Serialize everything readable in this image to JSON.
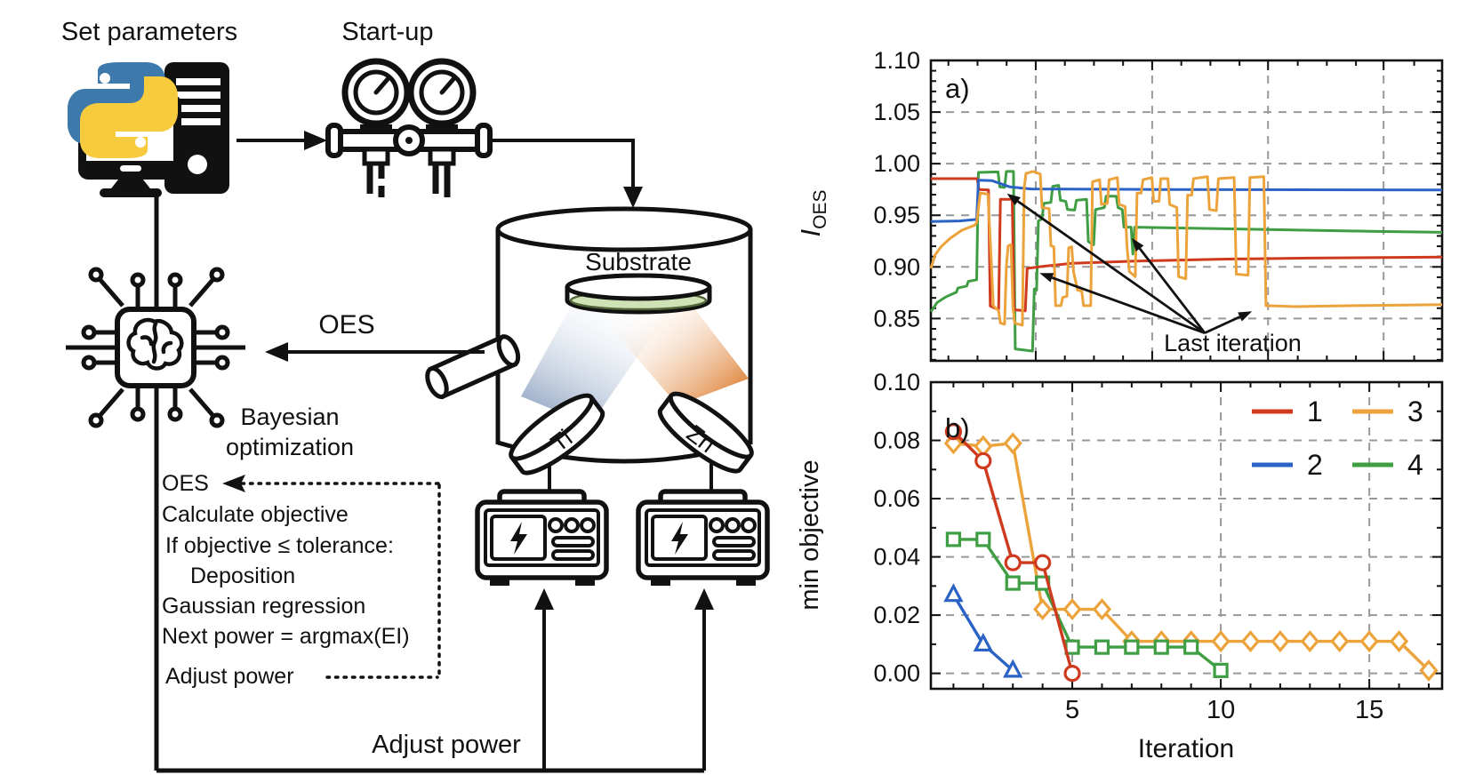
{
  "diagram": {
    "set_parameters": "Set parameters",
    "start_up": "Start-up",
    "substrate": "Substrate",
    "target_left": "Ti",
    "target_right": "Zn",
    "oes_feedback": "OES",
    "bayesian_line1": "Bayesian",
    "bayesian_line2": "optimization",
    "pseudocode": [
      "OES",
      "Calculate objective",
      "If objective ≤ tolerance:",
      "Deposition",
      "Gaussian regression",
      "Next power = argmax(EI)",
      "Adjust power"
    ],
    "adjust_power": "Adjust power",
    "icons": [
      "python-logo-icon",
      "computer-icon",
      "pressure-gauges-icon",
      "ai-chip-brain-icon",
      "vacuum-chamber-icon",
      "power-supply-icon"
    ],
    "colors": {
      "python_blue": "#3d79ab",
      "python_yellow": "#f7cb3e",
      "substrate_green": "#cfe2b6",
      "plume_blue": "#91a5c3",
      "plume_orange": "#de8237"
    }
  },
  "chart_data": [
    {
      "id": "a",
      "type": "line",
      "panel_label": "a)",
      "ylabel_main": "I",
      "ylabel_sub": "OES",
      "xlabel": "",
      "ylim": [
        0.809,
        1.1
      ],
      "xlim": [
        0.24,
        17.45
      ],
      "yticks": [
        "1.10",
        "1.05",
        "1.00",
        "0.95",
        "0.90",
        "0.85"
      ],
      "ytick_values": [
        1.1,
        1.05,
        1.0,
        0.95,
        0.9,
        0.85
      ],
      "yminor_step": 0.01,
      "xgrid": [
        3.77,
        7.69,
        11.59,
        15.48
      ],
      "xminor_div": 4,
      "grid": true,
      "annotation": {
        "text": "Last iteration",
        "text_pos": [
          10.4,
          0.8185
        ],
        "origin": [
          9.46,
          0.836
        ],
        "targets": [
          [
            2.8,
            0.971
          ],
          [
            3.9,
            0.894
          ],
          [
            7.0,
            0.928
          ],
          [
            11.05,
            0.857
          ]
        ]
      },
      "series": [
        {
          "name": "4",
          "color": "#3f9e43",
          "points": [
            [
              0.24,
              0.8565
            ],
            [
              0.45,
              0.8655
            ],
            [
              0.75,
              0.871
            ],
            [
              1.1,
              0.8755
            ],
            [
              1.15,
              0.8795
            ],
            [
              1.45,
              0.8815
            ],
            [
              1.5,
              0.886
            ],
            [
              1.78,
              0.8875
            ],
            [
              1.84,
              0.9915
            ],
            [
              2.5,
              0.992
            ],
            [
              2.56,
              0.9775
            ],
            [
              2.72,
              0.977
            ],
            [
              2.78,
              0.9925
            ],
            [
              3.02,
              0.9925
            ],
            [
              3.08,
              0.8205
            ],
            [
              3.66,
              0.8185
            ],
            [
              3.72,
              0.8785
            ],
            [
              3.8,
              0.8775
            ],
            [
              3.86,
              0.9445
            ],
            [
              3.98,
              0.9465
            ],
            [
              4.04,
              0.9615
            ],
            [
              4.28,
              0.9625
            ],
            [
              4.34,
              0.978
            ],
            [
              4.54,
              0.979
            ],
            [
              4.6,
              0.9645
            ],
            [
              4.78,
              0.9635
            ],
            [
              4.84,
              0.9555
            ],
            [
              5.08,
              0.955
            ],
            [
              5.14,
              0.9645
            ],
            [
              5.48,
              0.9655
            ],
            [
              5.54,
              0.9245
            ],
            [
              5.72,
              0.9215
            ],
            [
              5.78,
              0.9555
            ],
            [
              6.08,
              0.9575
            ],
            [
              6.14,
              0.9685
            ],
            [
              6.48,
              0.9685
            ],
            [
              6.54,
              0.9575
            ],
            [
              6.68,
              0.9555
            ],
            [
              6.74,
              0.9385
            ],
            [
              6.98,
              0.9385
            ],
            [
              7.04,
              0.9125
            ],
            [
              7.1,
              0.9385
            ],
            [
              9.0,
              0.9375
            ],
            [
              12.0,
              0.936
            ],
            [
              15.0,
              0.9345
            ],
            [
              17.45,
              0.9335
            ]
          ]
        },
        {
          "name": "1",
          "color": "#cf3a1e",
          "points": [
            [
              0.24,
              0.9855
            ],
            [
              1.8,
              0.9855
            ],
            [
              1.86,
              0.975
            ],
            [
              2.18,
              0.9745
            ],
            [
              2.24,
              0.862
            ],
            [
              2.52,
              0.8585
            ],
            [
              2.58,
              0.9655
            ],
            [
              2.98,
              0.9655
            ],
            [
              3.04,
              0.8585
            ],
            [
              3.42,
              0.8575
            ],
            [
              3.48,
              0.8985
            ],
            [
              4.0,
              0.9005
            ],
            [
              5.0,
              0.9035
            ],
            [
              7.0,
              0.9055
            ],
            [
              10.0,
              0.9075
            ],
            [
              13.0,
              0.9085
            ],
            [
              17.45,
              0.9095
            ]
          ]
        },
        {
          "name": "2",
          "color": "#2b62c6",
          "points": [
            [
              0.24,
              0.944
            ],
            [
              1.2,
              0.9445
            ],
            [
              1.78,
              0.946
            ],
            [
              1.84,
              0.984
            ],
            [
              2.3,
              0.9835
            ],
            [
              2.9,
              0.9775
            ],
            [
              3.6,
              0.9755
            ],
            [
              8.0,
              0.975
            ],
            [
              17.45,
              0.9745
            ]
          ]
        },
        {
          "name": "3",
          "color": "#eda33b",
          "points": [
            [
              0.24,
              0.8985
            ],
            [
              0.38,
              0.9115
            ],
            [
              0.58,
              0.9195
            ],
            [
              0.88,
              0.9275
            ],
            [
              1.28,
              0.9355
            ],
            [
              1.72,
              0.9405
            ],
            [
              1.78,
              0.9425
            ],
            [
              1.84,
              0.9575
            ],
            [
              1.9,
              0.9715
            ],
            [
              2.16,
              0.9705
            ],
            [
              2.22,
              0.9355
            ],
            [
              2.28,
              0.9005
            ],
            [
              2.34,
              0.8625
            ],
            [
              2.52,
              0.8575
            ],
            [
              2.58,
              0.8455
            ],
            [
              2.72,
              0.8445
            ],
            [
              2.78,
              0.9005
            ],
            [
              2.84,
              0.9205
            ],
            [
              2.94,
              0.9215
            ],
            [
              3.0,
              0.8625
            ],
            [
              3.06,
              0.8455
            ],
            [
              3.32,
              0.8435
            ],
            [
              3.38,
              0.9755
            ],
            [
              3.44,
              0.9905
            ],
            [
              3.68,
              0.9925
            ],
            [
              3.92,
              0.99
            ],
            [
              3.98,
              0.9575
            ],
            [
              4.22,
              0.9565
            ],
            [
              4.28,
              0.9205
            ],
            [
              4.38,
              0.9195
            ],
            [
              4.44,
              0.8625
            ],
            [
              4.62,
              0.8625
            ],
            [
              4.68,
              0.8705
            ],
            [
              4.82,
              0.8715
            ],
            [
              4.88,
              0.9185
            ],
            [
              4.98,
              0.9195
            ],
            [
              5.04,
              0.8955
            ],
            [
              5.18,
              0.8775
            ],
            [
              5.32,
              0.8765
            ],
            [
              5.38,
              0.8625
            ],
            [
              5.62,
              0.8625
            ],
            [
              5.68,
              0.9825
            ],
            [
              5.92,
              0.9845
            ],
            [
              5.98,
              0.9605
            ],
            [
              6.18,
              0.9615
            ],
            [
              6.24,
              0.9845
            ],
            [
              6.52,
              0.9865
            ],
            [
              6.58,
              0.9605
            ],
            [
              6.78,
              0.9585
            ],
            [
              6.84,
              0.9205
            ],
            [
              6.92,
              0.8955
            ],
            [
              7.12,
              0.8905
            ],
            [
              7.18,
              0.9715
            ],
            [
              7.32,
              0.9715
            ],
            [
              7.38,
              0.9845
            ],
            [
              7.68,
              0.9865
            ],
            [
              7.74,
              0.9635
            ],
            [
              7.92,
              0.9635
            ],
            [
              7.98,
              0.9855
            ],
            [
              8.22,
              0.9855
            ],
            [
              8.28,
              0.9605
            ],
            [
              8.52,
              0.9575
            ],
            [
              8.58,
              0.8905
            ],
            [
              8.82,
              0.8885
            ],
            [
              8.88,
              0.9695
            ],
            [
              9.02,
              0.9695
            ],
            [
              9.08,
              0.9855
            ],
            [
              9.55,
              0.9875
            ],
            [
              9.62,
              0.9555
            ],
            [
              9.85,
              0.9545
            ],
            [
              9.92,
              0.9855
            ],
            [
              10.45,
              0.9865
            ],
            [
              10.52,
              0.893
            ],
            [
              10.92,
              0.892
            ],
            [
              10.98,
              0.9865
            ],
            [
              11.45,
              0.9875
            ],
            [
              11.52,
              0.8625
            ],
            [
              12.5,
              0.8615
            ],
            [
              14.5,
              0.8625
            ],
            [
              17.45,
              0.8635
            ]
          ]
        }
      ]
    },
    {
      "id": "b",
      "type": "line",
      "panel_label": "b)",
      "ylabel": "min objective",
      "xlabel": "Iteration",
      "ylim": [
        -0.0053,
        0.1
      ],
      "xlim": [
        0.24,
        17.45
      ],
      "yticks": [
        "0.10",
        "0.08",
        "0.06",
        "0.04",
        "0.02",
        "0.00"
      ],
      "ytick_values": [
        0.1,
        0.08,
        0.06,
        0.04,
        0.02,
        0.0
      ],
      "yminor_step": 0.01,
      "xticks": [
        5,
        10,
        15
      ],
      "xminor_div": 5,
      "grid": true,
      "legend": [
        {
          "label": "1",
          "color": "#cf3a1e",
          "marker": "circle"
        },
        {
          "label": "2",
          "color": "#2b62c6",
          "marker": "triangle"
        },
        {
          "label": "3",
          "color": "#eda33b",
          "marker": "diamond"
        },
        {
          "label": "4",
          "color": "#3f9e43",
          "marker": "square"
        }
      ],
      "series": [
        {
          "name": "3",
          "color": "#eda33b",
          "marker": "diamond",
          "points": [
            [
              1,
              0.079
            ],
            [
              2,
              0.078
            ],
            [
              3,
              0.079
            ],
            [
              4,
              0.022
            ],
            [
              5,
              0.022
            ],
            [
              6,
              0.022
            ],
            [
              7,
              0.011
            ],
            [
              8,
              0.011
            ],
            [
              9,
              0.011
            ],
            [
              10,
              0.011
            ],
            [
              11,
              0.011
            ],
            [
              12,
              0.011
            ],
            [
              13,
              0.011
            ],
            [
              14,
              0.011
            ],
            [
              15,
              0.011
            ],
            [
              16,
              0.011
            ],
            [
              17,
              0.001
            ]
          ]
        },
        {
          "name": "4",
          "color": "#3f9e43",
          "marker": "square",
          "points": [
            [
              1,
              0.046
            ],
            [
              2,
              0.046
            ],
            [
              3,
              0.031
            ],
            [
              4,
              0.031
            ],
            [
              5,
              0.009
            ],
            [
              6,
              0.009
            ],
            [
              7,
              0.009
            ],
            [
              8,
              0.009
            ],
            [
              9,
              0.009
            ],
            [
              10,
              0.001
            ]
          ]
        },
        {
          "name": "2",
          "color": "#2b62c6",
          "marker": "triangle",
          "points": [
            [
              1,
              0.027
            ],
            [
              2,
              0.01
            ],
            [
              3,
              0.001
            ]
          ]
        },
        {
          "name": "1",
          "color": "#cf3a1e",
          "marker": "circle",
          "points": [
            [
              1,
              0.083
            ],
            [
              2,
              0.073
            ],
            [
              3,
              0.038
            ],
            [
              4,
              0.038
            ],
            [
              5,
              0.0
            ]
          ]
        }
      ]
    }
  ]
}
